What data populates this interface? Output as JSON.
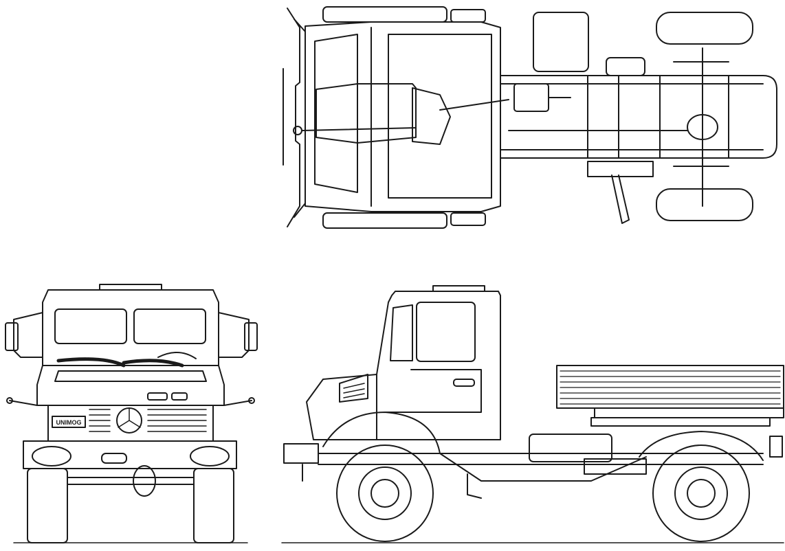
{
  "badge_text": "UNIMOG",
  "colors": {
    "ink": "#1a1a1a",
    "paper": "#ffffff"
  },
  "views": [
    {
      "id": "top-view"
    },
    {
      "id": "front-view"
    },
    {
      "id": "side-view"
    }
  ]
}
